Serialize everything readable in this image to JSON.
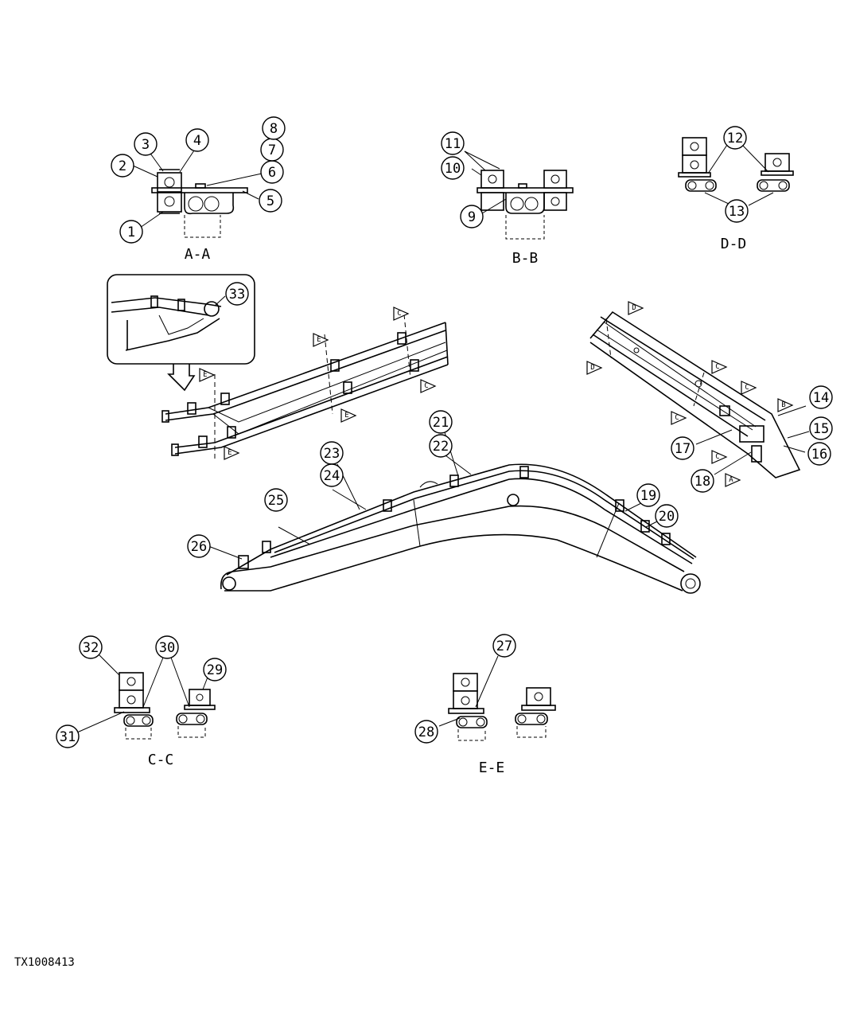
{
  "drawing": {
    "code": "TX1008413",
    "section_labels": [
      "A-A",
      "B-B",
      "D-D",
      "C-C",
      "E-E"
    ],
    "callouts": [
      "1",
      "2",
      "3",
      "4",
      "5",
      "6",
      "7",
      "8",
      "9",
      "10",
      "11",
      "12",
      "13",
      "14",
      "15",
      "16",
      "17",
      "18",
      "19",
      "20",
      "21",
      "22",
      "23",
      "24",
      "25",
      "26",
      "27",
      "28",
      "29",
      "30",
      "31",
      "32",
      "33"
    ],
    "section_flags": [
      "A",
      "B",
      "C",
      "D",
      "E"
    ]
  }
}
